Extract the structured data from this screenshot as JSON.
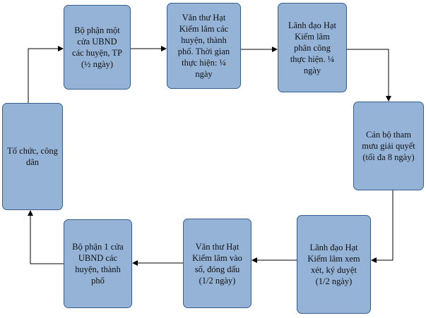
{
  "nodes": [
    {
      "id": "n1",
      "text": "Bộ phận một\ncửa UBND\ncác huyện, TP\n(½ ngày)"
    },
    {
      "id": "n2",
      "text": "Văn thư Hạt\nKiểm lâm các\nhuyện, thành\nphố. Thời gian\nthực hiện: ¼\nngày"
    },
    {
      "id": "n3",
      "text": "Lãnh đạo Hạt\nKiểm lâm\nphân công\nthực hiện. ¼\nngày"
    },
    {
      "id": "n4",
      "text": "Cán bộ tham\nmưu giải quyết\n(tối đa 8 ngày)"
    },
    {
      "id": "n5",
      "text": "Lãnh đạo Hạt\nKiểm lâm xem\nxét, ký duyệt\n(1/2 ngày)"
    },
    {
      "id": "n6",
      "text": "Văn thư Hạt\nKiểm lâm vào\nsố, đóng dấu\n(1/2 ngày)"
    },
    {
      "id": "n7",
      "text": "Bộ phận 1 cửa\nUBND các\nhuyện, thành\nphố"
    },
    {
      "id": "n8",
      "text": "Tổ chức, công\ndân"
    }
  ],
  "edges": [
    {
      "from": "n8",
      "to": "n1"
    },
    {
      "from": "n1",
      "to": "n2"
    },
    {
      "from": "n2",
      "to": "n3"
    },
    {
      "from": "n3",
      "to": "n4"
    },
    {
      "from": "n4",
      "to": "n5"
    },
    {
      "from": "n5",
      "to": "n6"
    },
    {
      "from": "n6",
      "to": "n7"
    },
    {
      "from": "n7",
      "to": "n8"
    }
  ]
}
